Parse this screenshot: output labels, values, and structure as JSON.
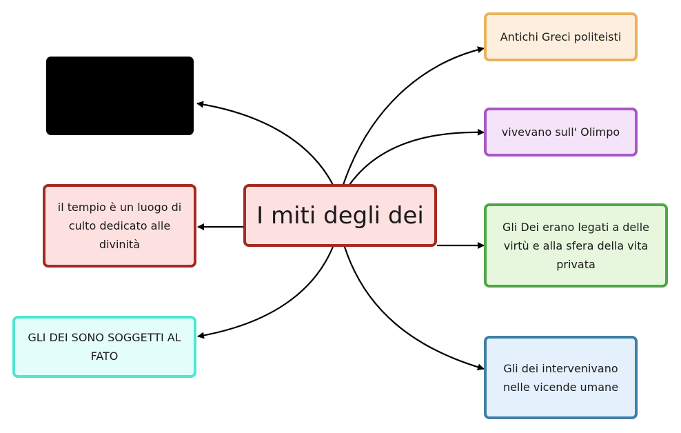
{
  "colors": {
    "connector": "#000000"
  },
  "mindmap": {
    "center": {
      "label": "I miti degli dei"
    },
    "left": {
      "hidden": {
        "label": ""
      },
      "tempio": {
        "label": "il tempio è un luogo di culto dedicato alle divinità"
      },
      "fato": {
        "label": "GLI DEI SONO SOGGETTI AL FATO"
      }
    },
    "right": {
      "politeisti": {
        "label": "Antichi Greci politeisti"
      },
      "olimpo": {
        "label": "vivevano sull' Olimpo"
      },
      "virtu": {
        "label": "Gli Dei erano legati a delle virtù e alla sfera della vita privata"
      },
      "vicende": {
        "label": "Gli dei intervenivano nelle vicende umane"
      }
    }
  }
}
